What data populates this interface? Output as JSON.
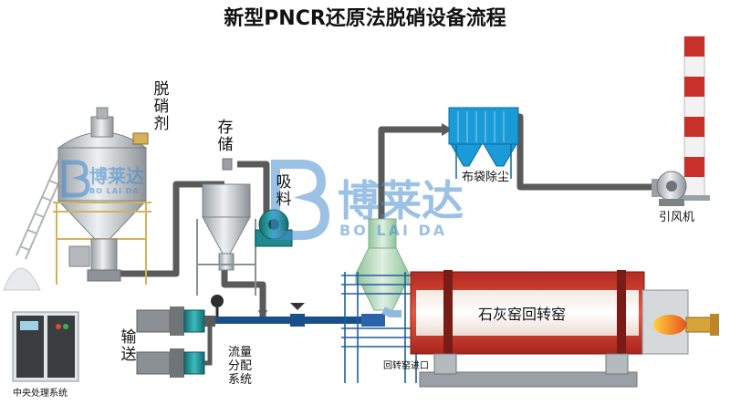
{
  "title": "新型PNCR还原法脱硝设备流程",
  "labels": {
    "denitrant": "脱硝剂",
    "storage": "存储",
    "suction": "吸料",
    "baghouse": "布袋除尘",
    "fan": "引风机",
    "conveying": "输送",
    "flow_distribution": "流量分配系统",
    "kiln": "石灰窑回转窑",
    "kiln_inlet": "回转窑进口",
    "control_system": "中央处理系统"
  },
  "watermark": {
    "cn": "博莱达",
    "en": "BO LAI DA"
  },
  "colors": {
    "pipe": "#5a5a5a",
    "silo": "#cfd3d6",
    "tank_blue": "#2e7fc0",
    "pump_teal": "#1f8f93",
    "kiln_red": "#d23a2f",
    "chimney_red": "#c8312a",
    "baghouse_blue": "#1a9ad6",
    "cyclone_green": "#b9d9bf",
    "watermark": "#4a8fd0"
  }
}
